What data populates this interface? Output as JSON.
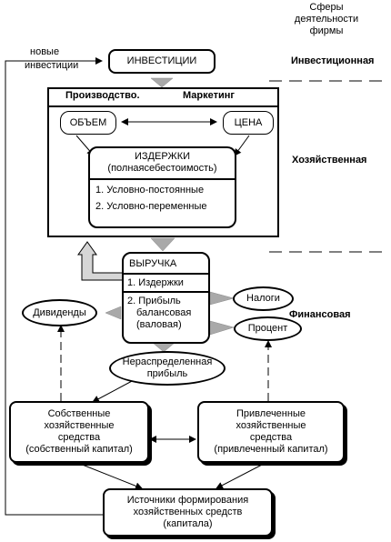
{
  "spheres_header": [
    "Сферы",
    "деятельности",
    "фирмы"
  ],
  "sphere_investment": "Инвестиционная",
  "sphere_economic": "Хозяйственная",
  "sphere_financial": "Финансовая",
  "new_investments": [
    "новые",
    "инвестиции"
  ],
  "investments": "ИНВЕСТИЦИИ",
  "production": "Производство.",
  "marketing": "Маркетинг",
  "volume": "ОБЪЕМ",
  "price": "ЦЕНА",
  "costs_title": "ИЗДЕРЖКИ",
  "costs_subtitle": "(полнаясебестоимость)",
  "costs_items": [
    "1. Условно-постоянные",
    "2. Условно-переменные"
  ],
  "revenue_title": "ВЫРУЧКА",
  "revenue_item1": "1. Издержки",
  "revenue_item2": [
    "2. Прибыль",
    "балансовая",
    "(валовая)"
  ],
  "dividends": "Дивиденды",
  "taxes": "Налоги",
  "interest": "Процент",
  "retained_profit": [
    "Нераспределенная",
    "прибыль"
  ],
  "own_funds": [
    "Собственные",
    "хозяйственные",
    "средства",
    "(собственный капитал)"
  ],
  "borrowed_funds": [
    "Привлеченные",
    "хозяйственные",
    "средства",
    "(привлеченный капитал)"
  ],
  "sources": [
    "Источники формирования",
    "хозяйственных средств",
    "(капитала)"
  ]
}
